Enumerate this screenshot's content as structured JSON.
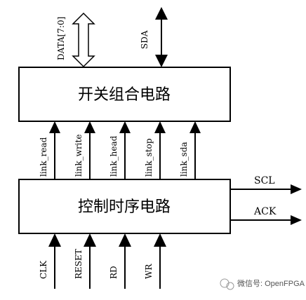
{
  "diagram": {
    "top_box_label": "开关组合电路",
    "bottom_box_label": "控制时序电路",
    "top_signals": {
      "data_bus": "DATA[7:0]",
      "sda": "SDA"
    },
    "link_signals": [
      "link_read",
      "link_write",
      "link_head",
      "link_stop",
      "link_sda"
    ],
    "outputs": [
      "SCL",
      "ACK"
    ],
    "inputs": [
      "CLK",
      "RESET",
      "RD",
      "WR"
    ]
  },
  "watermark": {
    "text": "微信号: OpenFPGA"
  }
}
